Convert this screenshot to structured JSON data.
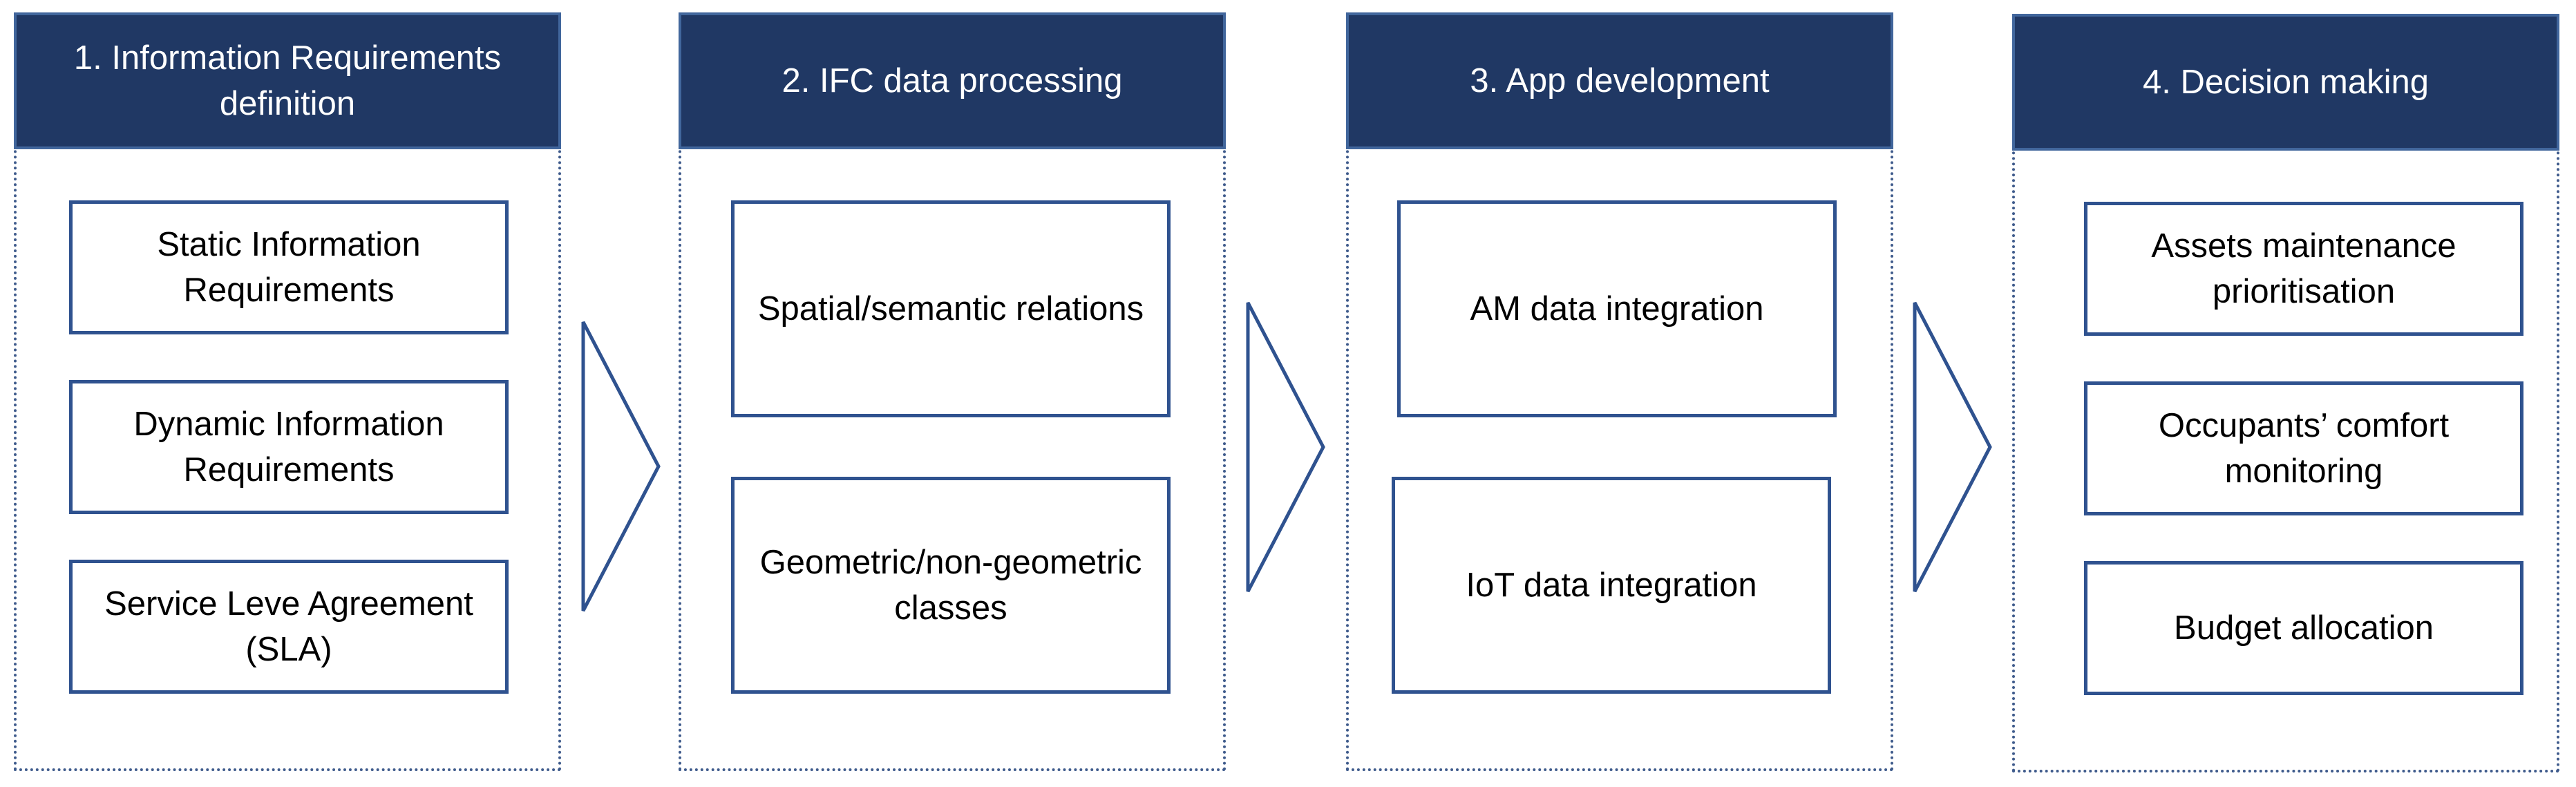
{
  "stages": [
    {
      "title": "1. Information Requirements definition",
      "items": [
        "Static Information Requirements",
        "Dynamic Information Requirements",
        "Service Leve Agreement (SLA)"
      ]
    },
    {
      "title": "2. IFC data processing",
      "items": [
        "Spatial/semantic relations",
        "Geometric/non-geometric classes"
      ]
    },
    {
      "title": "3. App development",
      "items": [
        "AM data integration",
        "IoT data integration"
      ]
    },
    {
      "title": "4. Decision making",
      "items": [
        "Assets maintenance prioritisation",
        "Occupants’ comfort monitoring",
        "Budget allocation"
      ]
    }
  ],
  "colors": {
    "header_fill": "#203864",
    "header_border": "#41669c",
    "box_border": "#2f528f",
    "arrow_stroke": "#2f528f"
  }
}
